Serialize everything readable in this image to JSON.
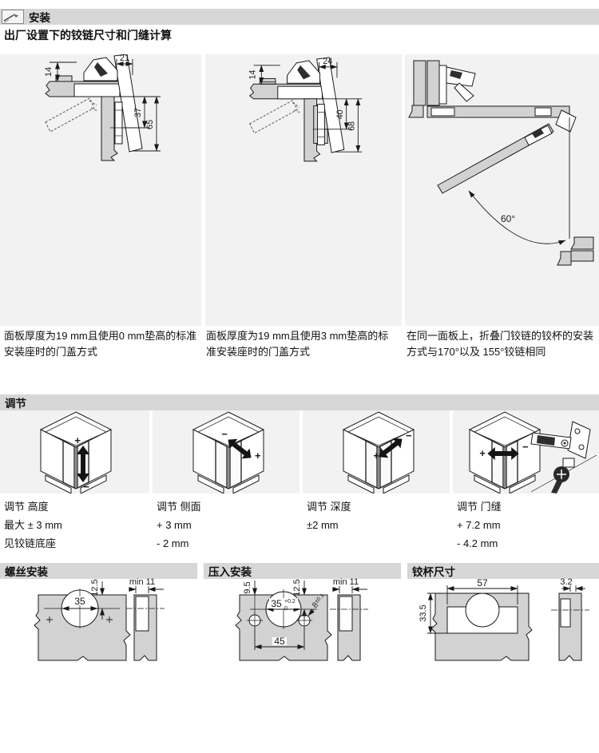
{
  "colors": {
    "bar_bg": "#d7d7d7",
    "panel_bg": "#f2f2f2",
    "wood": "#d2d2d2",
    "line": "#1a1a1a"
  },
  "header": {
    "title": "安装",
    "subtitle": "出厂设置下的铰链尺寸和门缝计算"
  },
  "installation": {
    "diagrams": [
      {
        "dim_top": "14",
        "dim_overlay": "21",
        "dim_cup": "37",
        "dim_edge": "65",
        "caption": "面板厚度为19 mm且使用0 mm垫高的标准安装座时的门盖方式"
      },
      {
        "dim_top": "14",
        "dim_overlay": "24",
        "dim_cup": "40",
        "dim_edge": "68",
        "caption": "面板厚度为19 mm且使用3 mm垫高的标准安装座时的门盖方式"
      },
      {
        "angle": "60°",
        "caption": "在同一面板上，折叠门铰链的铰杯的安装方式与170°以及 155°铰链相同"
      }
    ]
  },
  "adjustment": {
    "title": "调节",
    "items": [
      {
        "name": "调节 高度",
        "value1": "最大 ± 3 mm",
        "value2": "见铰链底座",
        "plus": "+",
        "minus": "−"
      },
      {
        "name": "调节 侧面",
        "value1": "+ 3 mm",
        "value2": "- 2 mm",
        "plus": "+",
        "minus": "−"
      },
      {
        "name": "调节 深度",
        "value1": "±2 mm",
        "value2": "",
        "plus": "+",
        "minus": "−"
      },
      {
        "name": "调节 门缝",
        "value1": "+ 7.2 mm",
        "value2": "- 4.2 mm",
        "plus": "+",
        "minus": "−"
      }
    ]
  },
  "drilling": {
    "screw": {
      "title": "螺丝安装",
      "cup_dia": "35",
      "edge_dist": "12.5",
      "depth": "min 11"
    },
    "press": {
      "title": "压入安装",
      "cup_dia": "35",
      "cup_tol_sup": "+0.2",
      "cup_tol_sub": "0",
      "hole_edge": "9.5",
      "edge_dist": "12.5",
      "hole_span": "45",
      "hole_dia": "8",
      "hole_tol": "±0.1",
      "depth": "min 11"
    },
    "cup": {
      "title": "铰杯尺寸",
      "width": "57",
      "height": "33.5",
      "rim": "3.2"
    }
  }
}
